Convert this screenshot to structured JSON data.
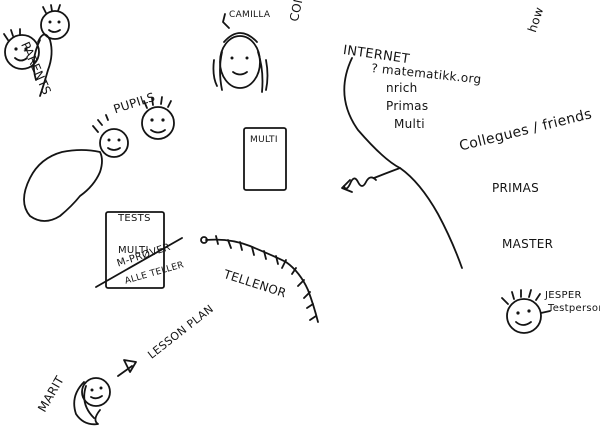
{
  "labels": {
    "parents": "PARENTS",
    "camilla": "CAMILLA",
    "corner_note": "CON",
    "how": "how",
    "internet": "INTERNET",
    "maths_site": "? matematikk.org",
    "nrich": "nrich",
    "primas_web": "Primas",
    "multi_web": "Multi",
    "pupils": "PUPILS",
    "multi_book": "MULTI",
    "colleagues": "Collegues / friends",
    "primas": "PRIMAS",
    "master": "MASTER",
    "tests_title": "TESTS",
    "tests_multi": "MULTI",
    "tests_m_prover": "M-PRØVER",
    "tests_alle_teller": "ALLE TELLER",
    "telenor": "TELLENOR",
    "lesson_plan": "LESSON PLAN",
    "marit": "MARIT",
    "jesper": "JESPER",
    "testperson": "Testperson"
  }
}
